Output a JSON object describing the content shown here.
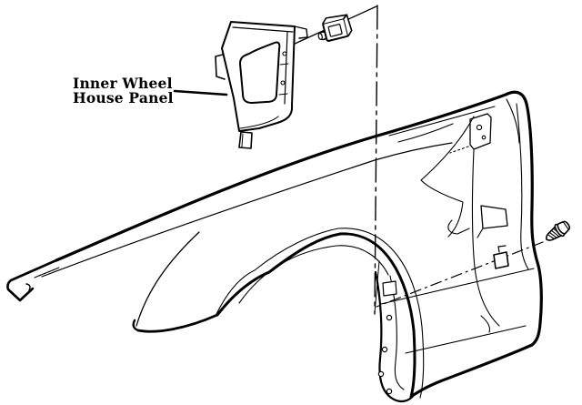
{
  "figure": {
    "type": "exploded-parts-line-drawing",
    "background_color": "#ffffff",
    "line_color": "#000000",
    "callout": {
      "label_line1": "Inner Wheel",
      "label_line2": "House Panel"
    },
    "parts": [
      {
        "id": "inner-wheel-house-panel",
        "label": "Inner Wheel House Panel",
        "labeled": true
      },
      {
        "id": "retainer-clip",
        "label": "",
        "labeled": false
      },
      {
        "id": "front-fender",
        "label": "",
        "labeled": false
      },
      {
        "id": "attachment-screw",
        "label": "",
        "labeled": false
      }
    ]
  }
}
